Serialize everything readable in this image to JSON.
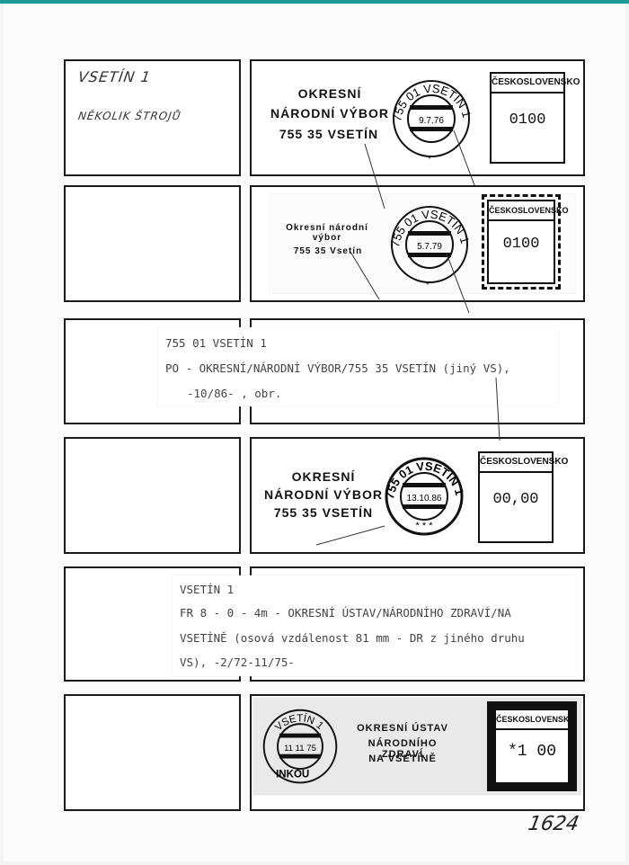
{
  "notes": {
    "line1": "VSETÍN 1",
    "line2": "NĚKOLIK ŠTROJŮ"
  },
  "stamp1": {
    "org_line1": "OKRESNÍ",
    "org_line2": "NÁRODNÍ VÝBOR",
    "org_line3": "755 35 VSETÍN",
    "postmark_ring": "755 01 VSETÍN 1",
    "date": "9.7.76",
    "meter_header": "ČESKOSLOVENSKO",
    "meter_value": "0100"
  },
  "stamp2": {
    "org_line1": "Okresní národní výbor",
    "org_line2": "755 35 Vsetín",
    "postmark_ring": "755 01 VSETÍN 1",
    "date": "5.7.79",
    "meter_header": "ČESKOSLOVENSKO",
    "meter_value": "0100"
  },
  "typed1": {
    "line1": "755 01 VSETÍN 1",
    "line2": "PO - OKRESNÍ/NÁRODNÍ VÝBOR/755 35 VSETÍN (jiný VS),",
    "line3": "-10/86-     , obr."
  },
  "stamp3": {
    "org_line1": "OKRESNÍ",
    "org_line2": "NÁRODNÍ VÝBOR",
    "org_line3": "755 35  VSETÍN",
    "postmark_ring": "755 01 VSETÍN 1",
    "date": "13.10.86",
    "meter_header": "ČESKOSLOVENSKO",
    "meter_value": "00,00"
  },
  "typed2": {
    "line1": "VSETÍN 1",
    "line2": "FR 8 - 0 - 4m - OKRESNÍ ÚSTAV/NÁRODNÍHO ZDRAVÍ/NA",
    "line3": "VSETÍNĚ (osová vzdálenost 81 mm - DR z jiného druhu",
    "line4": "VS),    -2/72-11/75-"
  },
  "stamp4": {
    "postmark_ring": "VSETÍN 1",
    "date": "11 11 75",
    "postmark_bottom": "INKOU",
    "org_line1": "OKRESNÍ ÚSTAV",
    "org_line2": "NÁRODNÍHO ZDRAVÍ",
    "org_line3": "NA VSETÍNĚ",
    "meter_header": "ČESKOSLOVENSKO",
    "meter_value": "*1 00"
  },
  "page_number": "1624"
}
